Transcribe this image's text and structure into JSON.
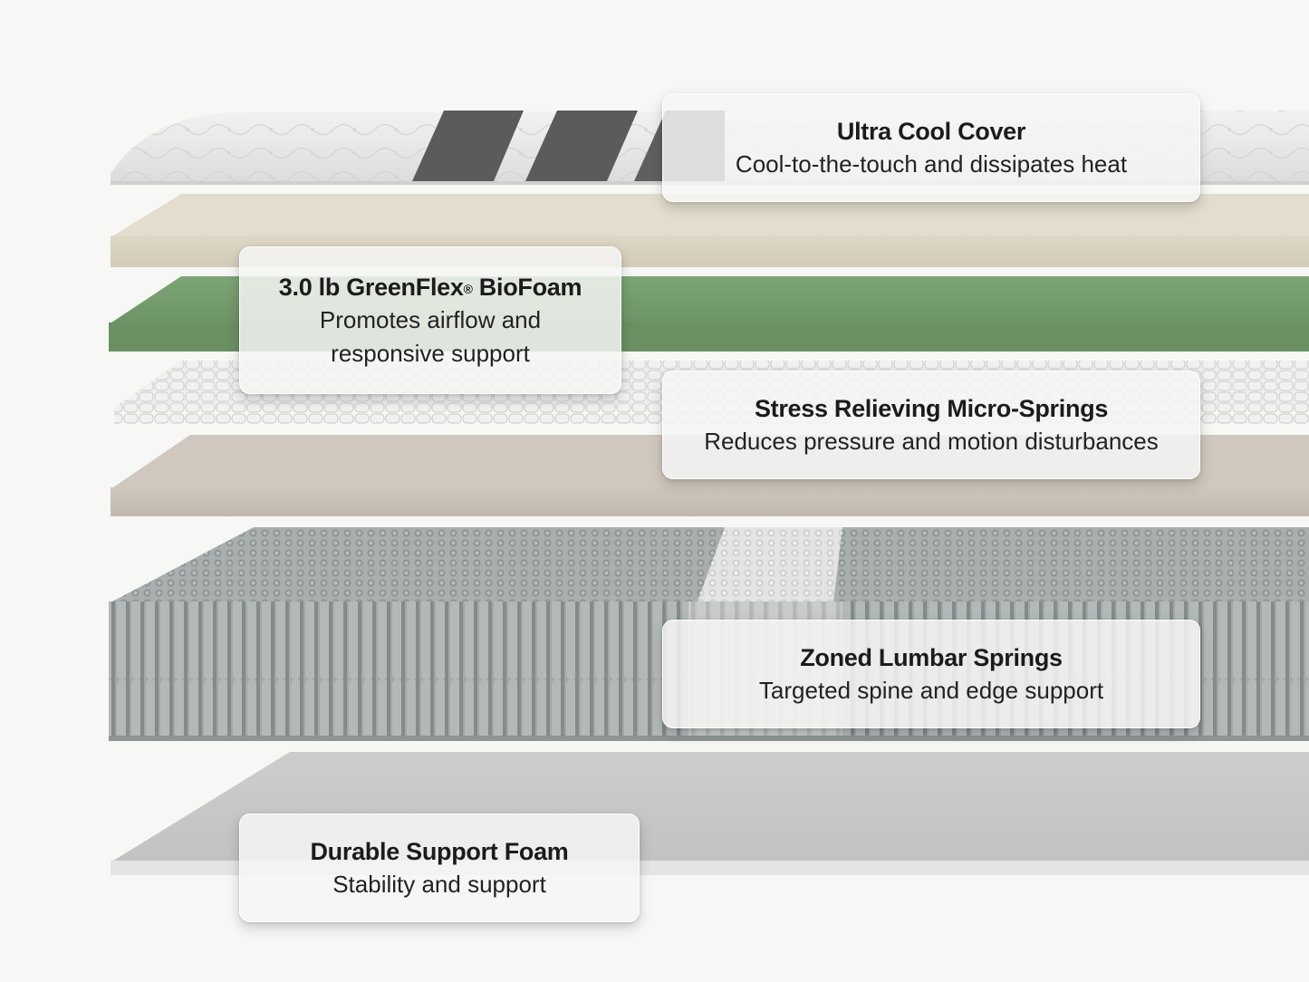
{
  "layers": [
    {
      "id": "cover",
      "title": "Ultra Cool Cover",
      "description": "Cool-to-the-touch and dissipates heat",
      "color": "#e8e8e8"
    },
    {
      "id": "comfort-foam",
      "color": "#d8d2c0"
    },
    {
      "id": "biofoam",
      "title_main": "3.0 lb GreenFlex",
      "title_mark": "®",
      "title_tail": " BioFoam",
      "description_line1": "Promotes airflow and",
      "description_line2": "responsive support",
      "color": "#739a6c"
    },
    {
      "id": "micro-springs",
      "title": "Stress Relieving Micro-Springs",
      "description": "Reduces pressure and motion disturbances",
      "color": "#e2e2e2"
    },
    {
      "id": "transition-foam",
      "color": "#c9c0b6"
    },
    {
      "id": "lumbar-springs",
      "title": "Zoned Lumbar Springs",
      "description": "Targeted spine and edge support",
      "color": "#a3a8a8"
    },
    {
      "id": "support-foam",
      "title": "Durable Support Foam",
      "description": "Stability and support",
      "color": "#c6c6c6"
    }
  ]
}
